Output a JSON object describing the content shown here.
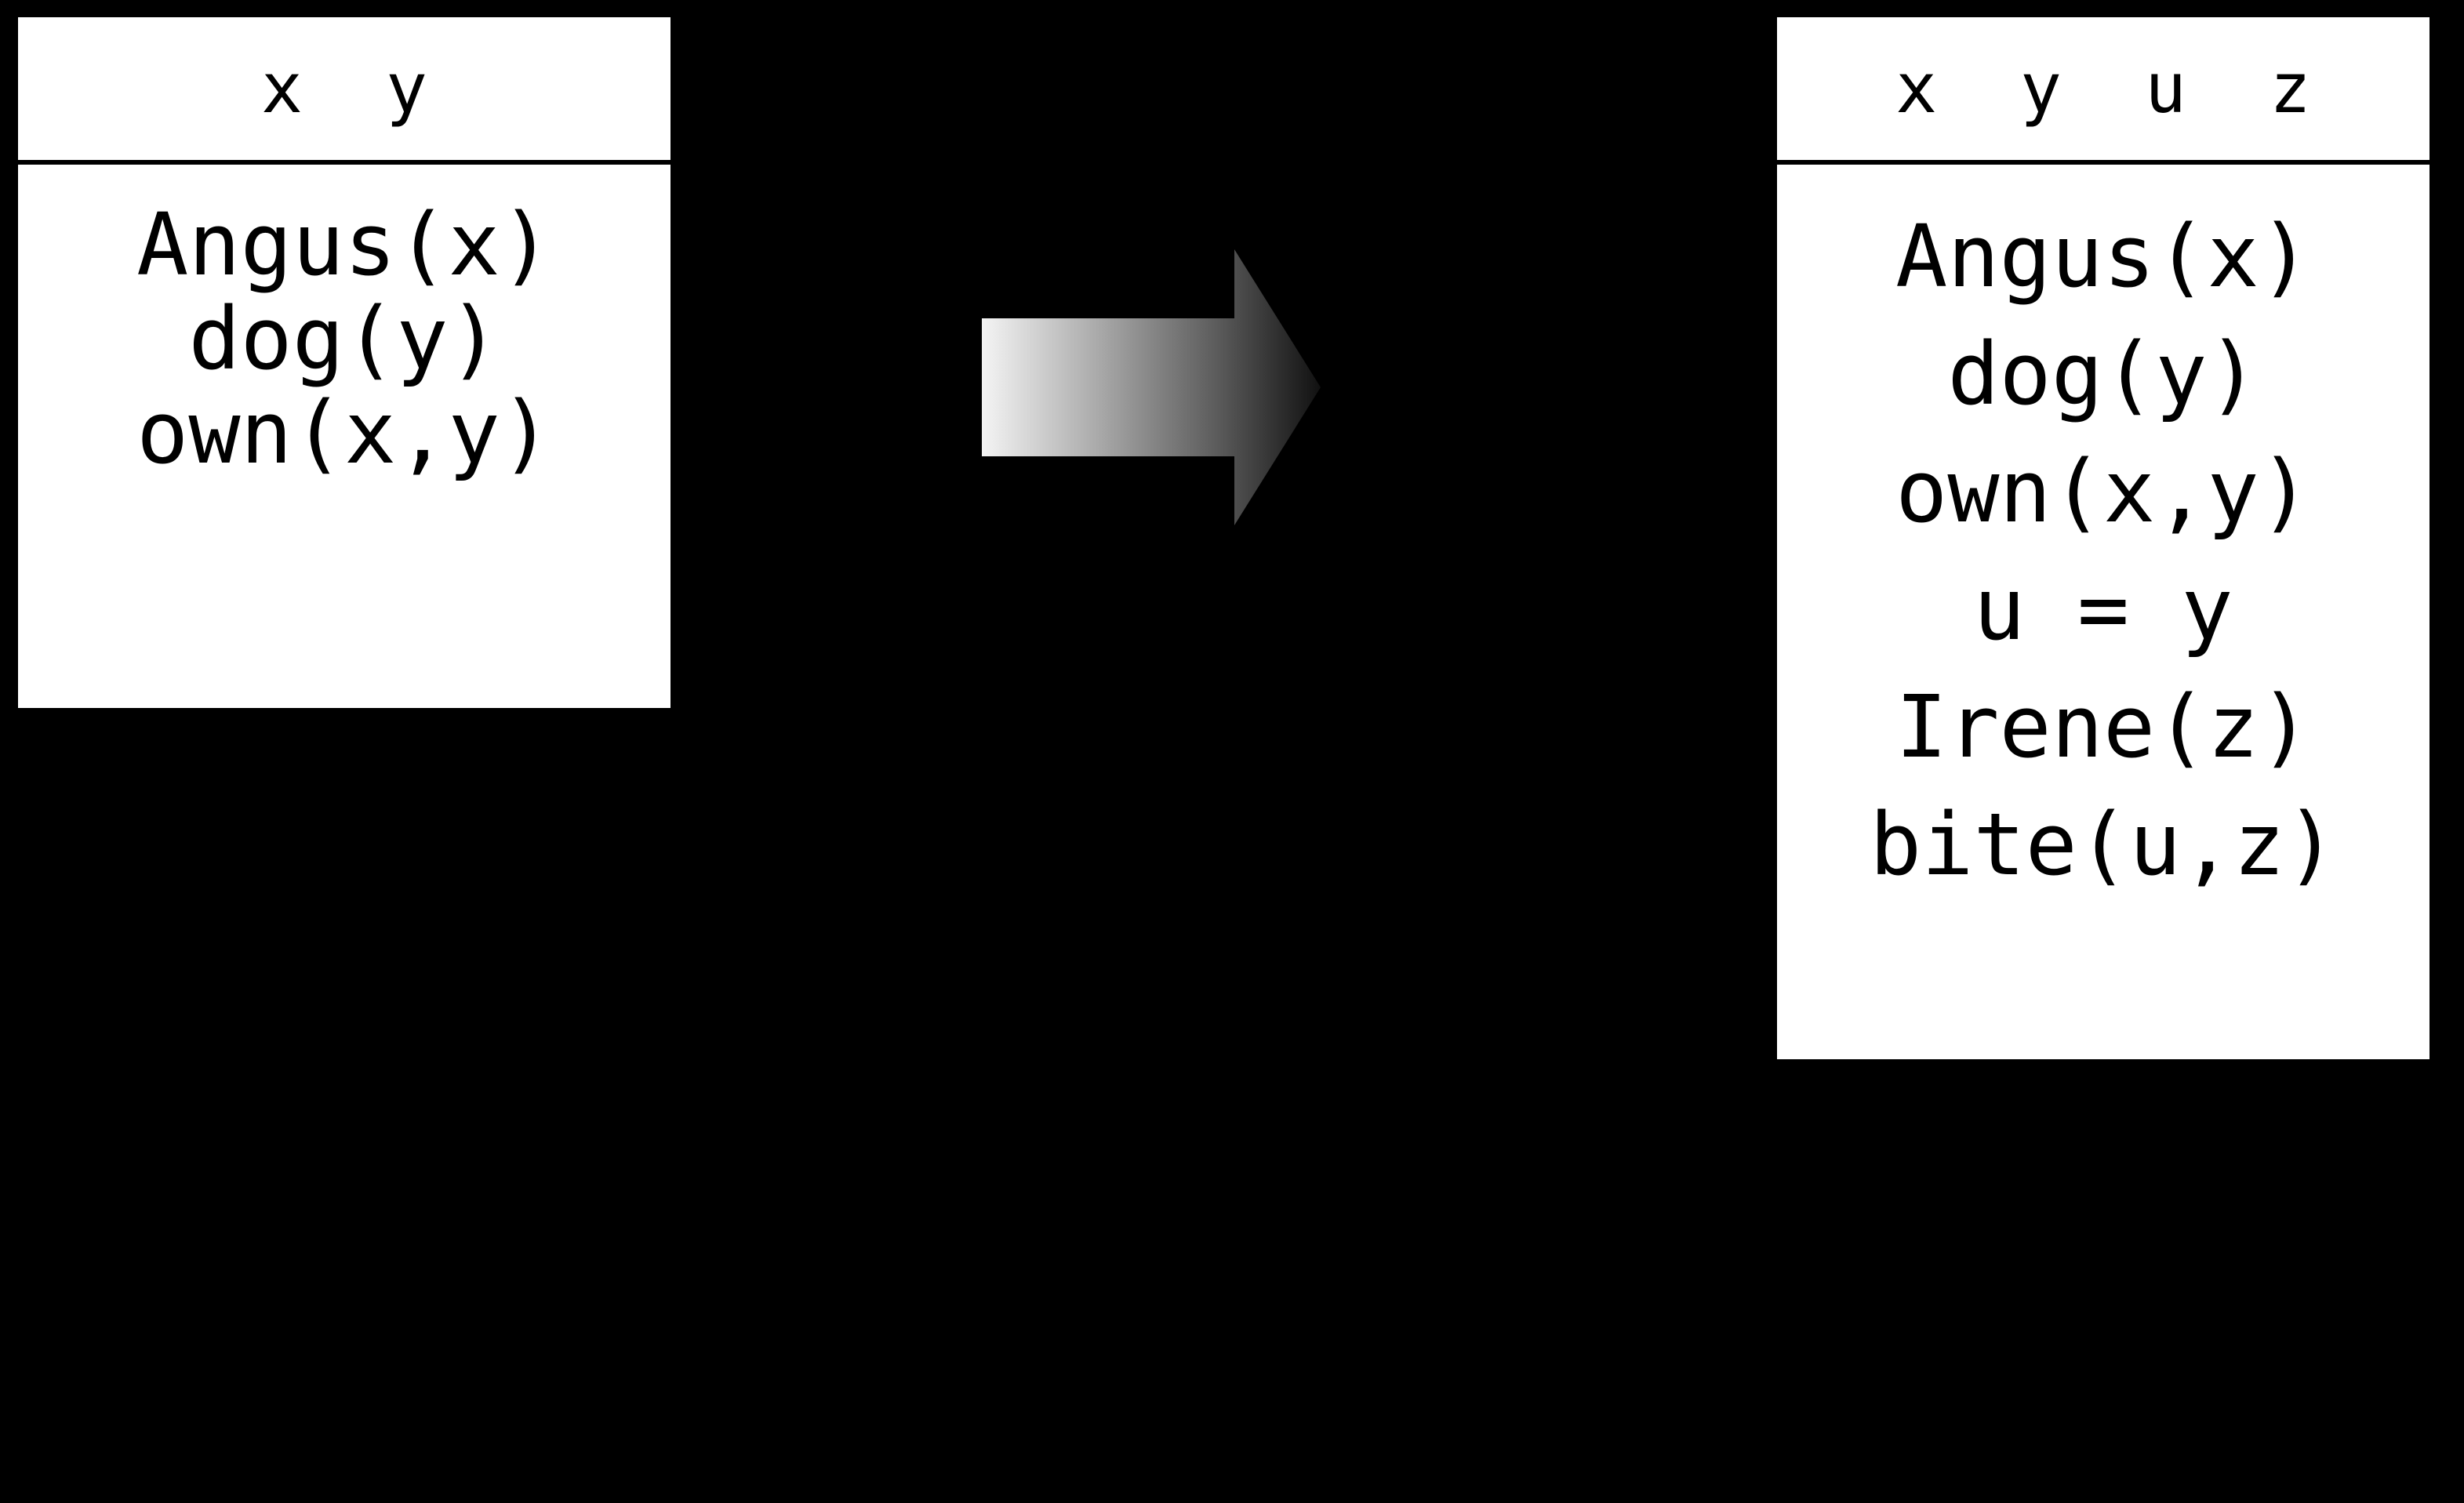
{
  "background_color": "#000000",
  "box_fill_color": "#ffffff",
  "text_color": "#000000",
  "arrow": {
    "icon": "right-arrow-icon",
    "direction": "right",
    "gradient_from": "#f2f2f2",
    "gradient_to": "#1a1a1a",
    "label": ""
  },
  "left_box": {
    "name": "source-feature-structure",
    "header": "x  y",
    "rows": [
      "Angus(x)",
      "dog(y)",
      "own(x,y)"
    ]
  },
  "right_box": {
    "name": "result-feature-structure",
    "header": "x  y  u  z",
    "rows": [
      "Angus(x)",
      "dog(y)",
      "own(x,y)",
      "u = y",
      "Irene(z)",
      "bite(u,z)"
    ]
  }
}
